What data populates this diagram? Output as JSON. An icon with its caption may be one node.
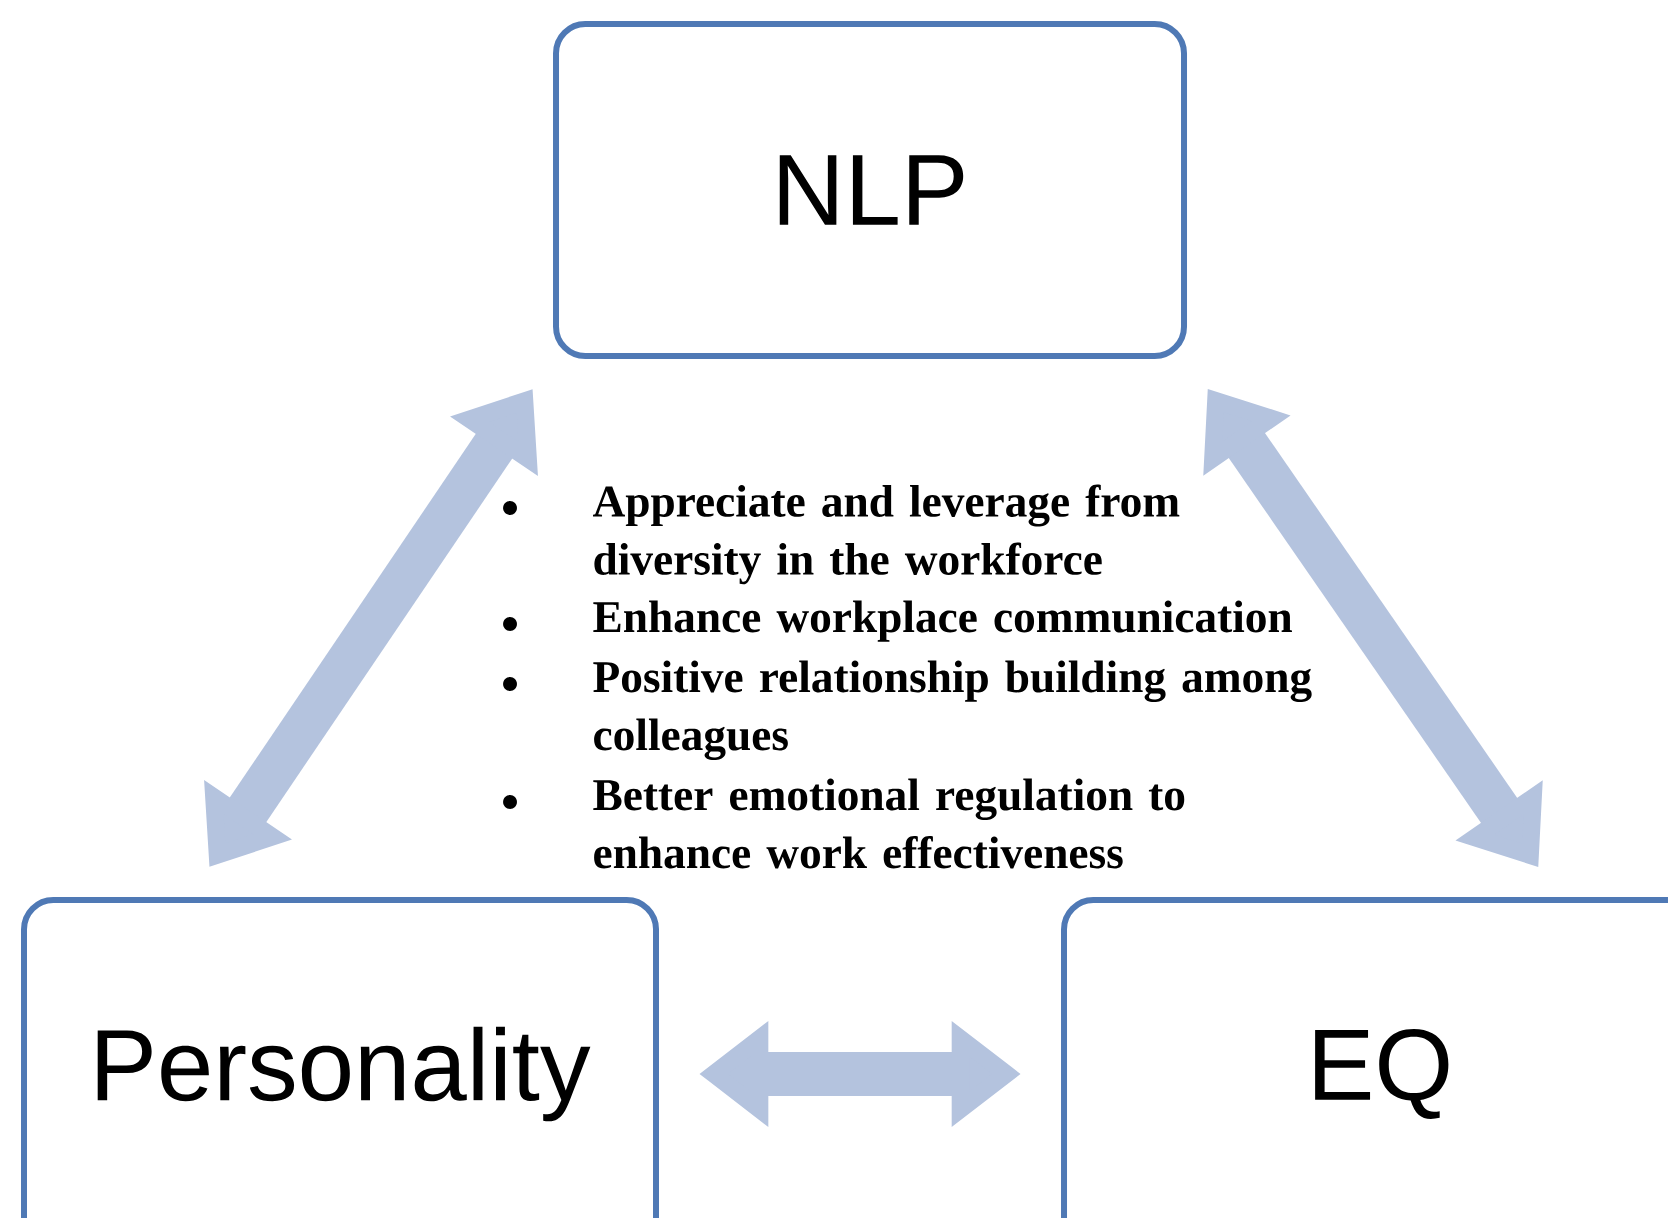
{
  "diagram": {
    "nodes": [
      {
        "text": [
          "NLP"
        ]
      },
      {
        "text": [
          "Personality"
        ]
      },
      {
        "text": [
          "EQ"
        ]
      }
    ],
    "edges": [
      {
        "from": 1,
        "to": 0,
        "arrow": "both"
      },
      {
        "from": 0,
        "to": 2,
        "arrow": "both"
      },
      {
        "from": 1,
        "to": 2,
        "arrow": "both"
      }
    ],
    "labels": [
      "Appreciate and leverage from diversity in the workforce",
      "Enhance workplace communication",
      "Positive relationship building among colleagues",
      "Better emotional regulation to enhance work effectiveness"
    ]
  }
}
